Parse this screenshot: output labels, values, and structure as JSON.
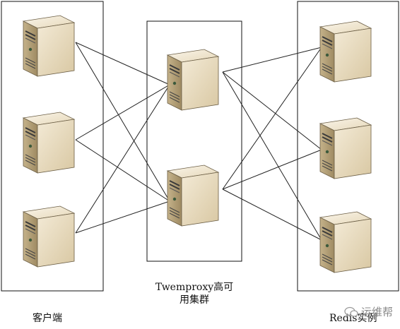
{
  "groups": {
    "clients": {
      "label": "客户端"
    },
    "proxy": {
      "label_line1": "Twemproxy高可",
      "label_line2": "用集群"
    },
    "redis": {
      "label": "Redis实例"
    }
  },
  "watermark": {
    "text": "运维帮",
    "icon": "wechat-bubble-icon"
  },
  "colors": {
    "server_front": "#e9dcc0",
    "server_side": "#b9a57c",
    "server_top": "#f4ecdb",
    "line": "#222222"
  }
}
